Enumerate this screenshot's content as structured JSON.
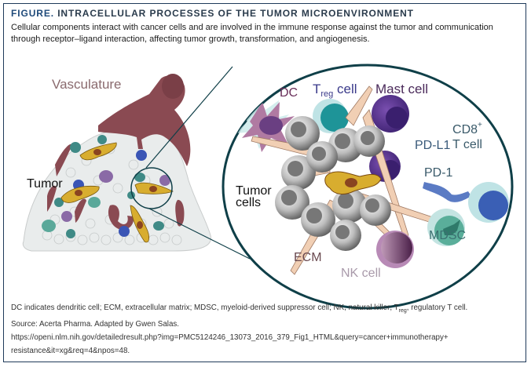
{
  "figure": {
    "label": "FIGURE.",
    "title": "INTRACELLULAR PROCESSES OF THE TUMOR MICROENVIRONMENT",
    "caption": "Cellular components interact with cancer cells and are involved in the immune response against the tumor and communication through receptor–ligand interaction, affecting tumor growth, transformation, and angiogenesis."
  },
  "diagram": {
    "labels": {
      "vasculature": "Vasculature",
      "tumor": "Tumor",
      "dc": "DC",
      "treg_main": "T",
      "treg_sub": "reg",
      "treg_suffix": "cell",
      "mast_cell": "Mast cell",
      "cd8_main": "CD8",
      "cd8_sup": "+",
      "cd8_line2": "T cell",
      "pd_l1": "PD-L1",
      "pd_1": "PD-1",
      "tumor_cells_line1": "Tumor",
      "tumor_cells_line2": "cells",
      "mdsc": "MDSC",
      "ecm": "ECM",
      "nk_cell": "NK cell"
    },
    "colors": {
      "vasculature": "#8a4a52",
      "stromal_cell": "#e9ecec",
      "teal_cell": "#3f8a86",
      "blue_cell": "#3a55b5",
      "purple_cell": "#8a6aa6",
      "fibroblast": "#d8ad2f",
      "nucleus": "#8a4420",
      "circle_border": "#0f3f48",
      "tumor_cell": "#8a8a8a",
      "ecm": "#f1cfb4",
      "dc": "#b07aa2",
      "treg": "#1e9498",
      "mast": "#4a2b84",
      "cd8": "#3a5fb5",
      "mdsc": "#5aae9a",
      "nk": "#7a4a78"
    }
  },
  "footer": {
    "abbreviations_pre": "DC indicates dendritic cell; ECM, extracellular matrix; MDSC, myeloid-derived suppressor cell; NK, natural killer; T",
    "abbreviations_sub": "reg",
    "abbreviations_post": ", regulatory T cell.",
    "source": "Source: Acerta Pharma. Adapted by Gwen Salas.",
    "url_line1": "https://openi.nlm.nih.gov/detailedresult.php?img=PMC5124246_13073_2016_379_Fig1_HTML&query=cancer+immunotherapy+",
    "url_line2": "resistance&it=xg&req=4&npos=48."
  }
}
